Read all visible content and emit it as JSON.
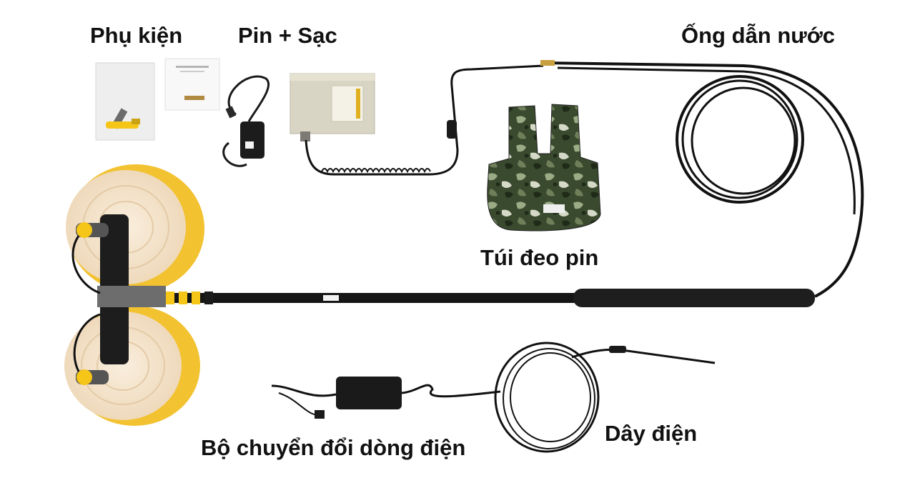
{
  "labels": {
    "accessories": "Phụ kiện",
    "battery_charger": "Pin + Sạc",
    "water_hose": "Ống dẫn nước",
    "battery_bag": "Túi đeo pin",
    "power_adapter": "Bộ chuyển đổi dòng điện",
    "power_cable": "Dây điện"
  },
  "colors": {
    "background": "#ffffff",
    "brush_bristles": "#f2c230",
    "brush_face": "#f6e6cf",
    "pole": "#151515",
    "cable": "#111111",
    "battery_box": "#dcd8c8",
    "yellow_accent": "#f5c518",
    "camo_dark": "#2b3a24",
    "camo_light": "#8ea07a"
  }
}
